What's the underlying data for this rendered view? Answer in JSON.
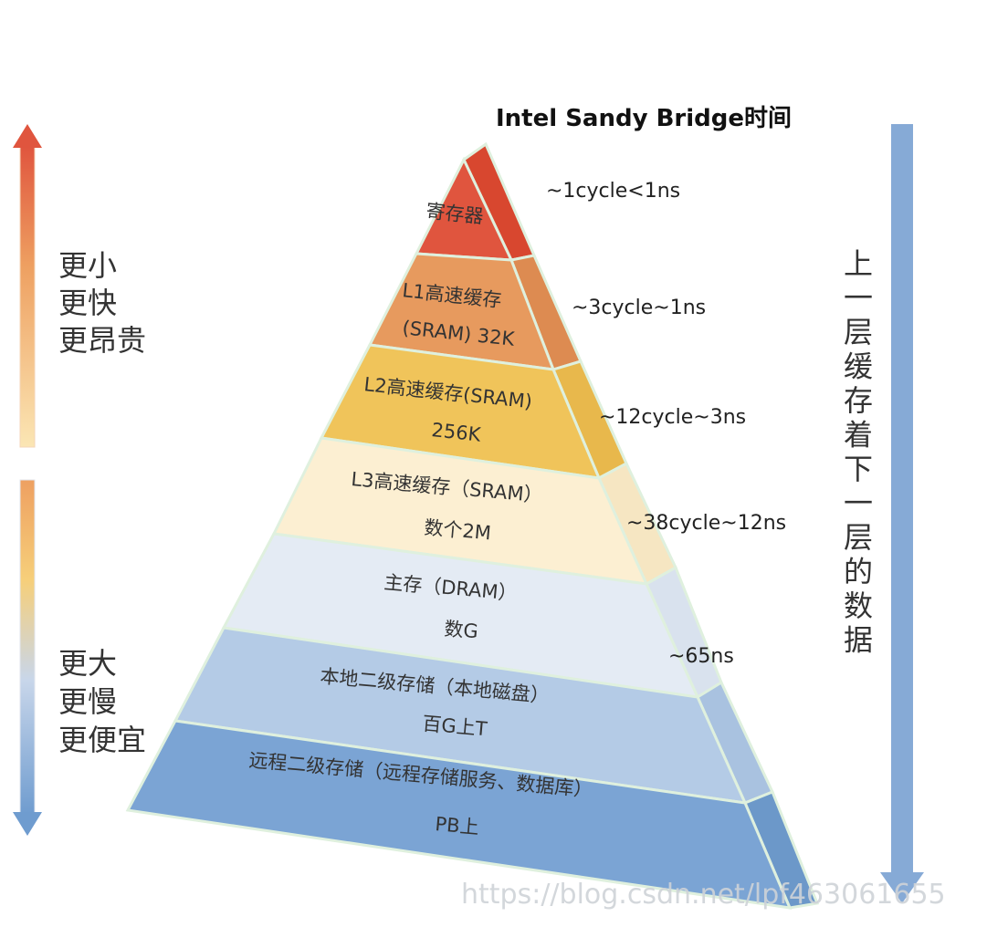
{
  "title": "Intel Sandy Bridge时间",
  "levels": [
    {
      "line1": "寄存器",
      "line2": "",
      "time": "~1cycle<1ns",
      "color": "#e0553e"
    },
    {
      "line1": "L1高速缓存",
      "line2": "(SRAM) 32K",
      "time": "~3cycle~1ns",
      "color": "#e79a5e"
    },
    {
      "line1": "L2高速缓存(SRAM)",
      "line2": "256K",
      "time": "~12cycle~3ns",
      "color": "#f0c45a"
    },
    {
      "line1": "L3高速缓存（SRAM）",
      "line2": "数个2M",
      "time": "~38cycle~12ns",
      "color": "#fcefd2"
    },
    {
      "line1": "主存（DRAM）",
      "line2": "数G",
      "time": "~65ns",
      "color": "#e4ebf4"
    },
    {
      "line1": "本地二级存储（本地磁盘）",
      "line2": "百G上T",
      "time": "",
      "color": "#b4cbe6"
    },
    {
      "line1": "远程二级存储（远程存储服务、数据库）",
      "line2": "PB上",
      "time": "",
      "color": "#7ba4d4"
    }
  ],
  "left_top": [
    "更小",
    "更快",
    "更昂贵"
  ],
  "left_bottom": [
    "更大",
    "更慢",
    "更便宜"
  ],
  "right_vertical": [
    "上",
    "一",
    "层",
    "缓",
    "存",
    "着",
    "下",
    "一",
    "层",
    "的",
    "数",
    "据"
  ],
  "watermark": "https://blog.csdn.net/lpf463061655"
}
